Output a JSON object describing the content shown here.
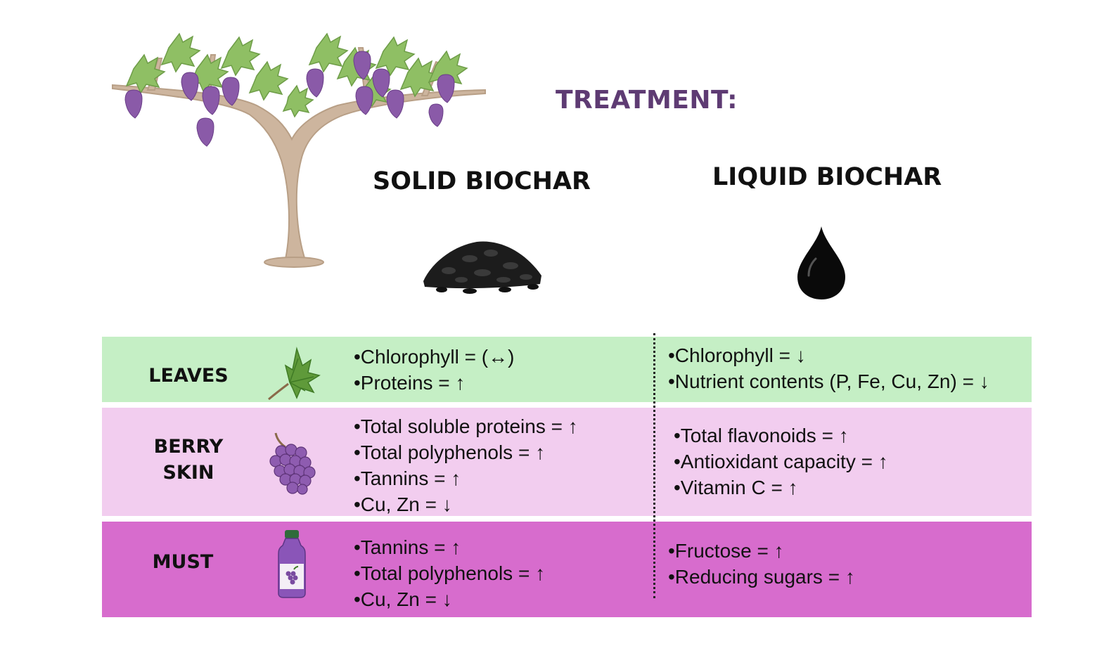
{
  "header": {
    "treatment_label": "TREATMENT:"
  },
  "columns": {
    "solid": {
      "title": "SOLID BIOCHAR"
    },
    "liquid": {
      "title": "LIQUID BIOCHAR"
    }
  },
  "rows": {
    "leaves": {
      "label": "LEAVES",
      "solid": [
        "•Chlorophyll = (↔)",
        "•Proteins = ↑"
      ],
      "liquid": [
        "•Chlorophyll = ↓",
        "•Nutrient contents (P, Fe, Cu, Zn) = ↓"
      ]
    },
    "berry_skin": {
      "label": "BERRY\nSKIN",
      "solid": [
        "•Total soluble proteins = ↑",
        "•Total polyphenols = ↑",
        "•Tannins = ↑",
        "•Cu, Zn = ↓"
      ],
      "liquid": [
        "•Total flavonoids = ↑",
        "•Antioxidant capacity = ↑",
        "•Vitamin C = ↑"
      ]
    },
    "must": {
      "label": "MUST",
      "solid": [
        "•Tannins = ↑",
        "•Total polyphenols = ↑",
        "•Cu, Zn = ↓"
      ],
      "liquid": [
        "•Fructose = ↑",
        "•Reducing sugars = ↑"
      ]
    }
  },
  "icons": {
    "tree": "grapevine-icon",
    "pile": "solid-biochar-pile-icon",
    "drop": "liquid-biochar-drop-icon",
    "leaf": "grape-leaf-icon",
    "grapes": "grape-bunch-icon",
    "bottle": "grape-juice-bottle-icon"
  },
  "colors": {
    "treatment_text": "#5e3b73",
    "leaves_band": "#c5efc5",
    "skin_band": "#f2cdef",
    "must_band": "#d76ccd",
    "grape": "#8a5aa8",
    "leaf": "#7fb05a",
    "trunk": "#c9b19a"
  }
}
